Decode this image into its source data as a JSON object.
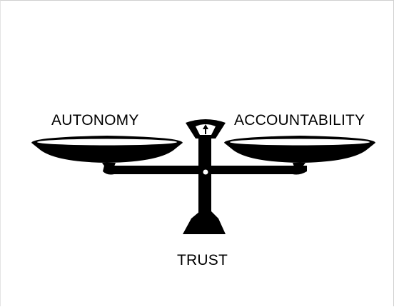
{
  "diagram": {
    "left_pan_label": "AUTONOMY",
    "right_pan_label": "ACCOUNTABILITY",
    "base_label": "TRUST",
    "ink_color": "#000000",
    "background_color": "#ffffff"
  }
}
